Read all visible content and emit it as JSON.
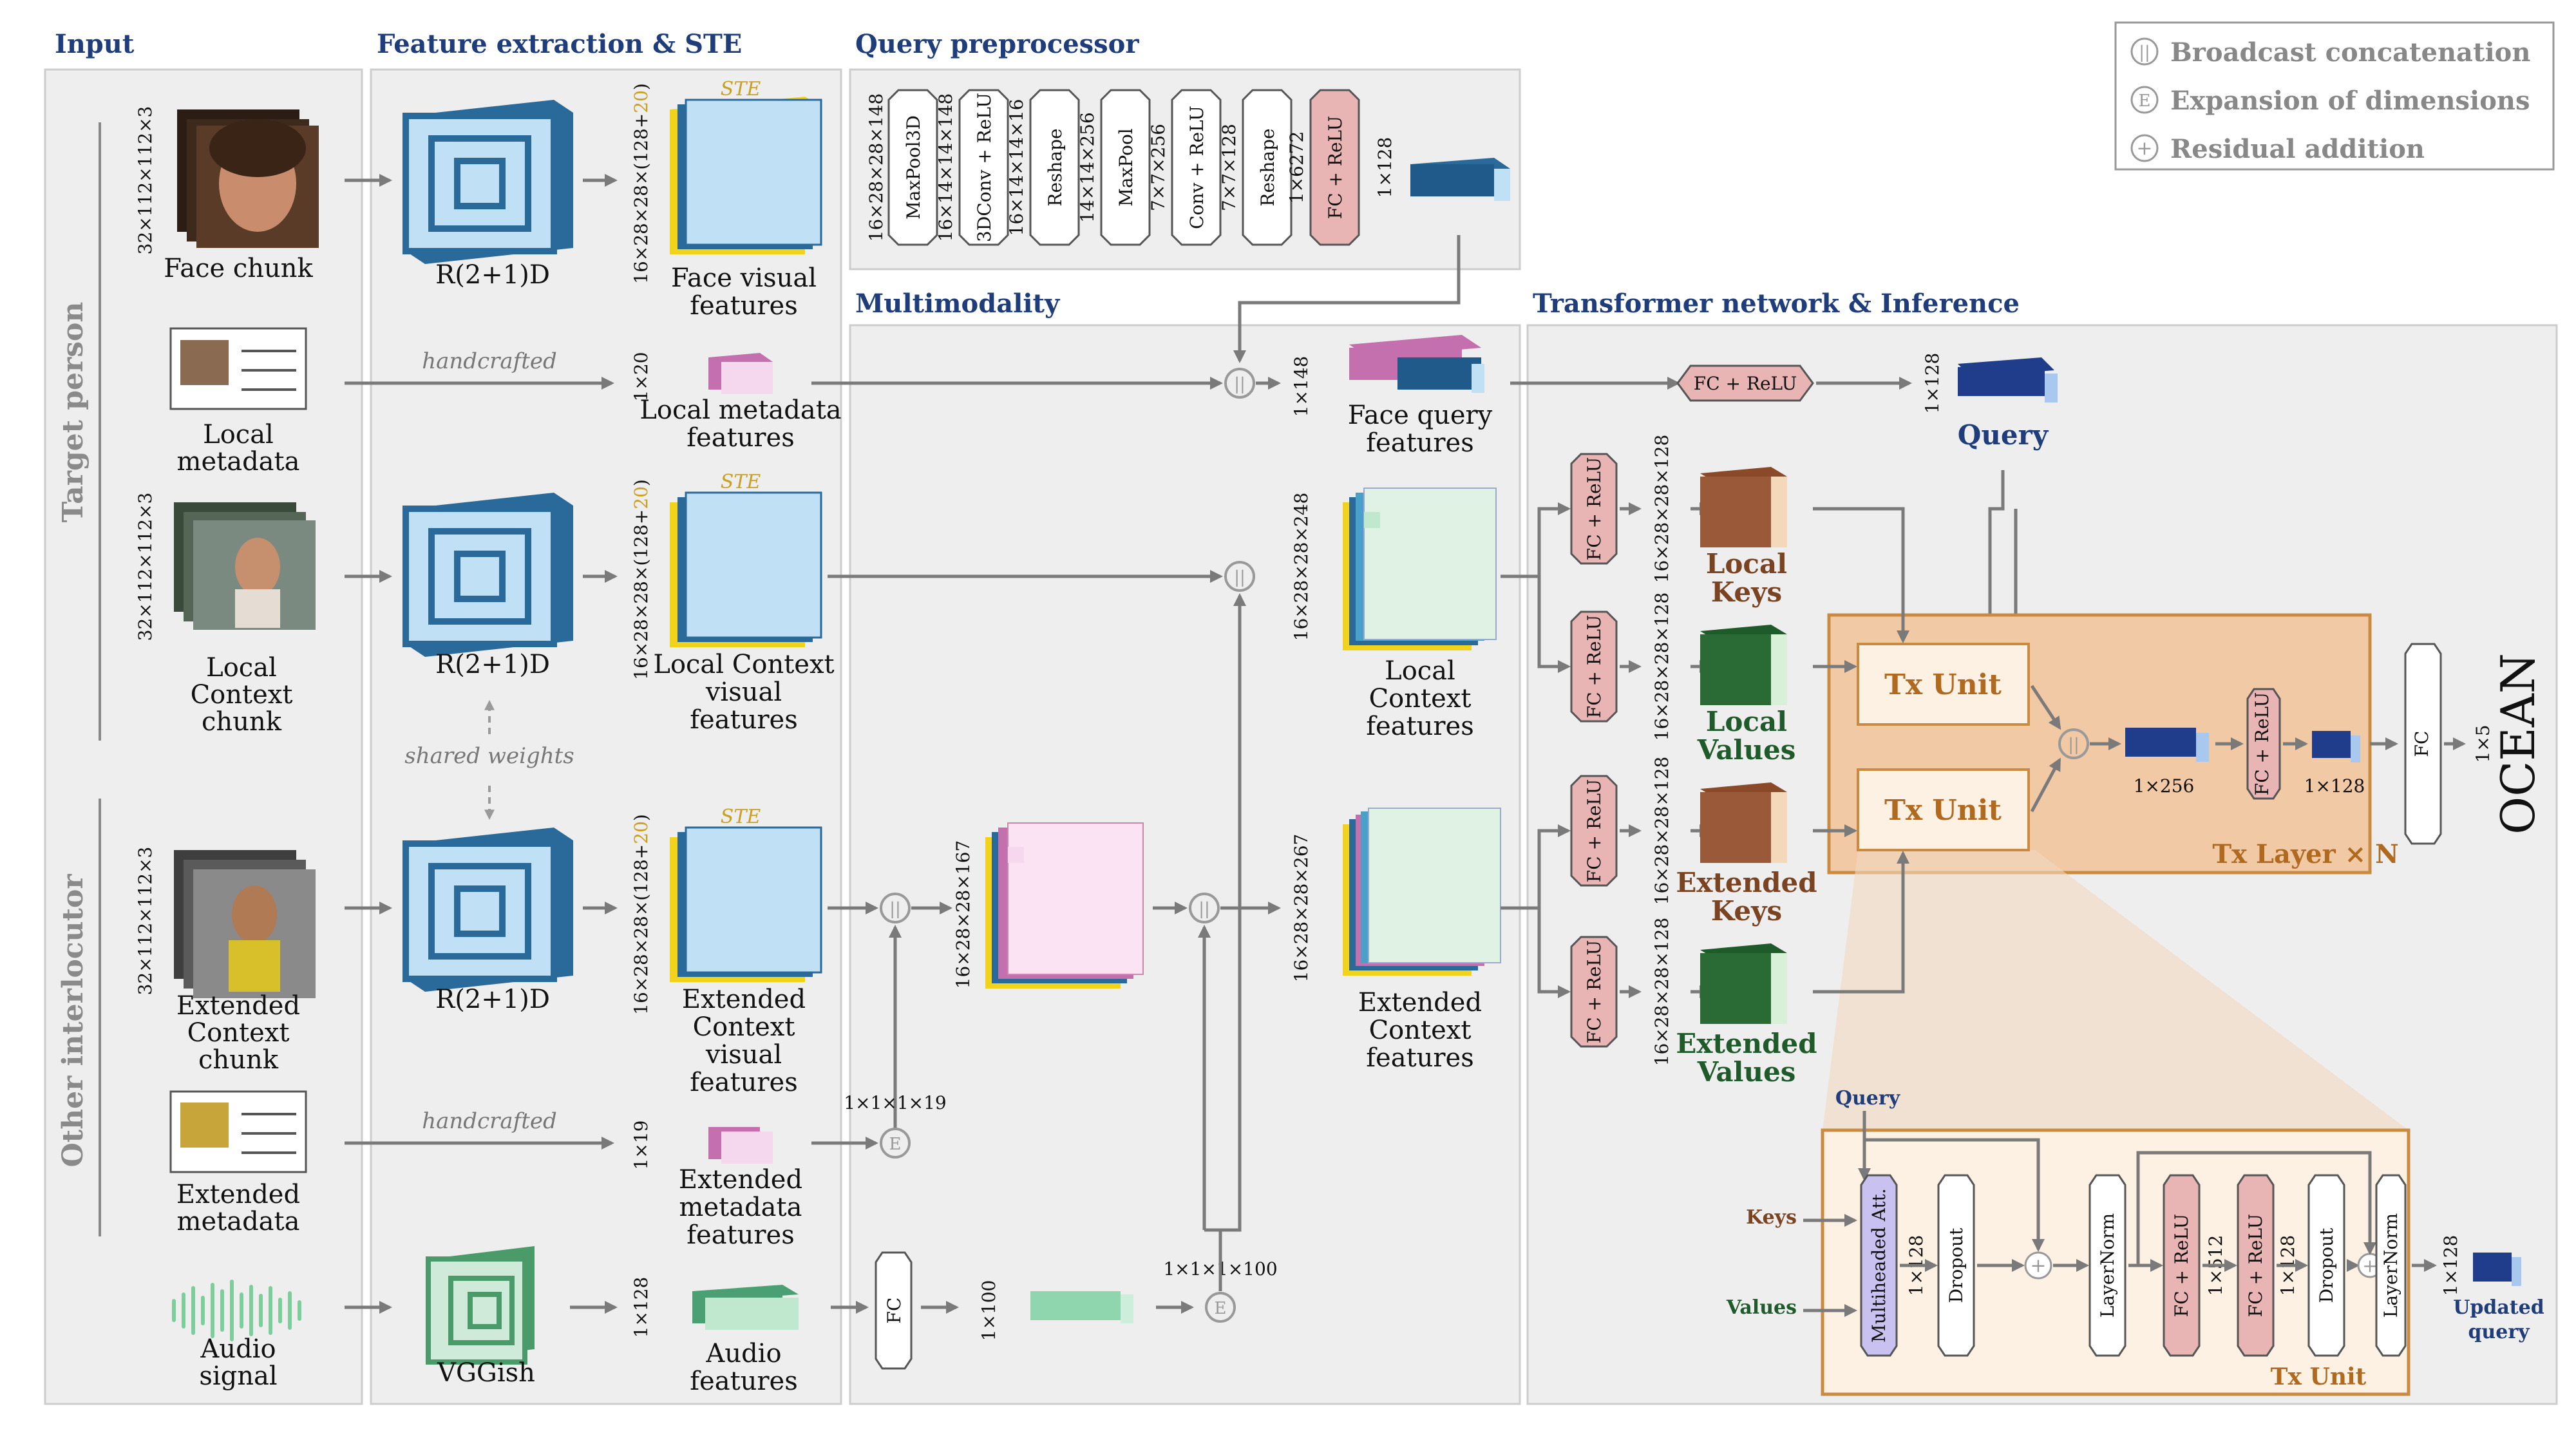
{
  "sections": {
    "input": "Input",
    "feature": "Feature extraction & STE",
    "query_pre": "Query preprocessor",
    "multimodality": "Multimodality",
    "transformer": "Transformer network & Inference"
  },
  "legend": {
    "broadcast_symbol": "||",
    "broadcast": "Broadcast concatenation",
    "expansion_symbol": "E",
    "expansion": "Expansion of dimensions",
    "residual_symbol": "+",
    "residual": "Residual addition"
  },
  "side_labels": {
    "target": "Target person",
    "other": "Other interlocutor"
  },
  "inputs": {
    "face_chunk": {
      "l1": "Face chunk",
      "dim": "32×112×112×3"
    },
    "local_meta": {
      "l1": "Local",
      "l2": "metadata"
    },
    "local_ctx": {
      "l1": "Local",
      "l2": "Context",
      "l3": "chunk",
      "dim": "32×112×112×3"
    },
    "ext_ctx": {
      "l1": "Extended",
      "l2": "Context",
      "l3": "chunk",
      "dim": "32×112×112×3"
    },
    "ext_meta": {
      "l1": "Extended",
      "l2": "metadata"
    },
    "audio": {
      "l1": "Audio",
      "l2": "signal"
    }
  },
  "extractors": {
    "r21d": "R(2+1)D",
    "vggish": "VGGish",
    "handcrafted": "handcrafted",
    "shared": "shared weights"
  },
  "features": {
    "dim_ste_a": "16×28×28×(128+",
    "dim_ste_b": "20",
    "dim_ste_c": ")",
    "ste": "STE",
    "face_vis": {
      "l1": "Face visual",
      "l2": "features"
    },
    "local_meta": {
      "l1": "Local metadata",
      "l2": "features",
      "dim": "1×20"
    },
    "local_ctx": {
      "l1": "Local Context",
      "l2": "visual",
      "l3": "features"
    },
    "ext_ctx": {
      "l1": "Extended",
      "l2": "Context",
      "l3": "visual",
      "l4": "features"
    },
    "ext_meta": {
      "l1": "Extended",
      "l2": "metadata",
      "l3": "features",
      "dim": "1×19"
    },
    "audio": {
      "l1": "Audio",
      "l2": "features",
      "dim": "1×128"
    }
  },
  "query_pre": {
    "blocks": [
      "MaxPool3D",
      "3DConv + ReLU",
      "Reshape",
      "MaxPool",
      "Conv + ReLU",
      "Reshape",
      "FC + ReLU"
    ],
    "dims": [
      "16×28×28×148",
      "16×14×14×148",
      "16×14×14×16",
      "14×14×256",
      "7×7×256",
      "7×7×128",
      "1×6272",
      "1×128"
    ]
  },
  "multimodality": {
    "face_query": {
      "l1": "Face query",
      "l2": "features",
      "dim": "1×148"
    },
    "local_ctx": {
      "l1": "Local",
      "l2": "Context",
      "l3": "features",
      "dim": "16×28×28×248"
    },
    "mid_dim": "16×28×28×167",
    "ext_ctx": {
      "l1": "Extended",
      "l2": "Context",
      "l3": "features",
      "dim": "16×28×28×267"
    },
    "exp19": "1×1×1×19",
    "exp100": "1×1×1×100",
    "fc": "FC",
    "fc_dim": "1×100"
  },
  "transformer": {
    "fc_relu": "FC + ReLU",
    "query_dim": "1×128",
    "query": "Query",
    "kv_dim": "16×28×28×128",
    "local_keys": {
      "l1": "Local",
      "l2": "Keys"
    },
    "local_values": {
      "l1": "Local",
      "l2": "Values"
    },
    "ext_keys": {
      "l1": "Extended",
      "l2": "Keys"
    },
    "ext_values": {
      "l1": "Extended",
      "l2": "Values"
    },
    "tx_unit": "Tx Unit",
    "tx_layer": "Tx Layer × N",
    "dim256": "1×256",
    "dim128": "1×128",
    "fc": "FC",
    "dim5": "1×5",
    "ocean": "OCEAN"
  },
  "tx_detail": {
    "query": "Query",
    "keys": "Keys",
    "values": "Values",
    "blocks": [
      "Multiheaded Att.",
      "Dropout",
      "LayerNorm",
      "FC + ReLU",
      "FC + ReLU",
      "Dropout",
      "LayerNorm"
    ],
    "dims": [
      "1×128",
      "1×512",
      "1×128",
      "1×128"
    ],
    "title": "Tx Unit",
    "updated_l1": "Updated",
    "updated_l2": "query"
  }
}
